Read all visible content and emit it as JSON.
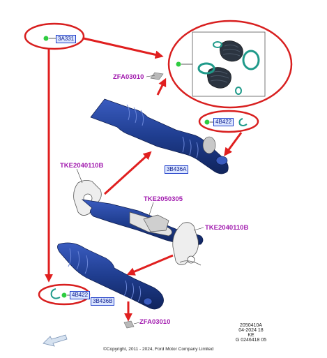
{
  "diagram": {
    "callouts": {
      "zfa_top": "ZFA03010",
      "tke_left": "TKE2040110B",
      "tke_center": "TKE2050305",
      "tke_right": "TKE2040110B",
      "zfa_bottom": "ZFA03010"
    },
    "refs": {
      "top_left": "3A331",
      "right_clip": "4B422",
      "right_shaft": "3B436A",
      "left_clip": "4B422",
      "left_shaft": "3B436B"
    },
    "info": {
      "code": "2050410A",
      "date": "04-2024 18",
      "market": "KE",
      "doc": "G 0246418 05"
    },
    "copyright": "©Copyright, 2011 - 2024, Ford Motor Company Limited",
    "colors": {
      "shaft": "#1f3d8f",
      "shaft_dark": "#10245c",
      "arrow": "#e01f1f",
      "callout": "#a21caf",
      "ring": "#1f9a8a",
      "boot": "#2b3440"
    }
  }
}
